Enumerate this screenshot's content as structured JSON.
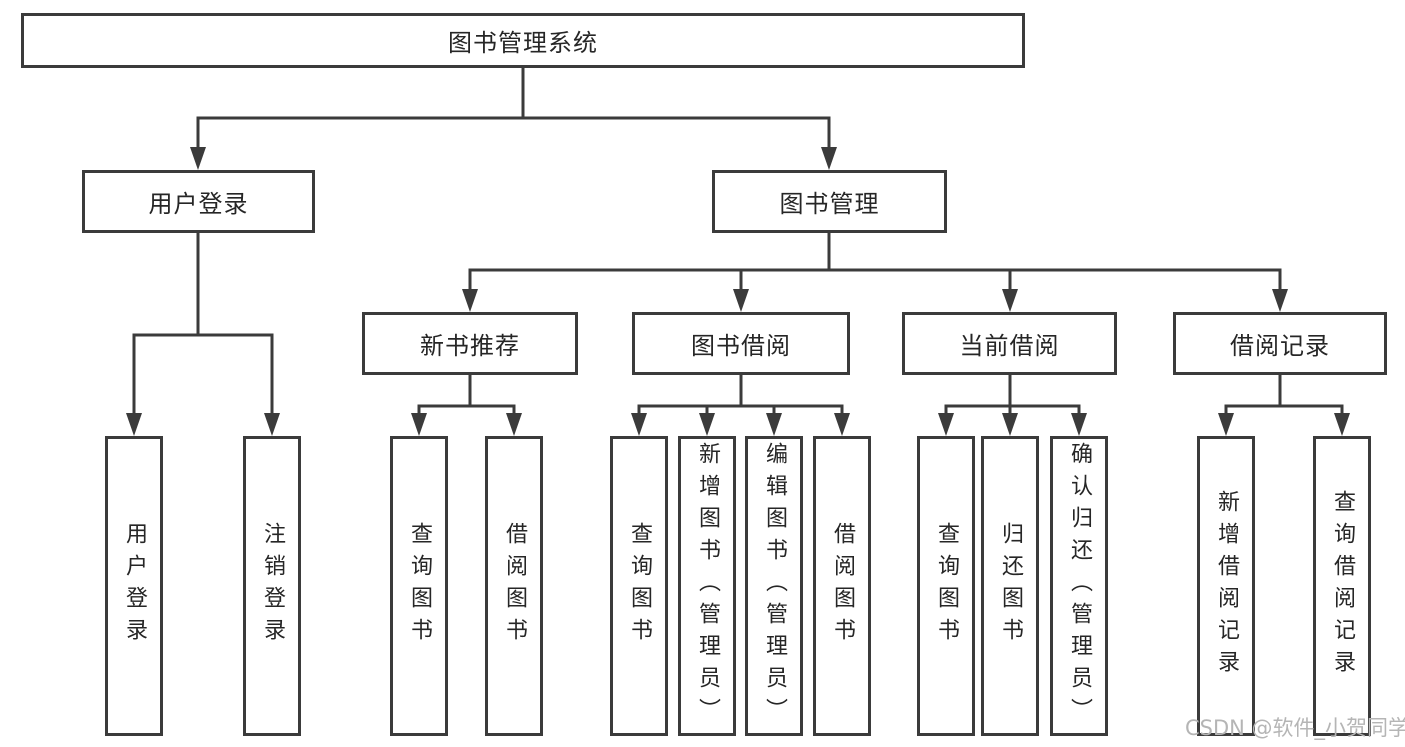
{
  "page": {
    "background": "#ffffff",
    "line_color": "#3b3b3b",
    "text_color": "#262626",
    "watermark_color": "#b5b5b5"
  },
  "nodes": {
    "root": {
      "label": "图书管理系统"
    },
    "user_login": {
      "label": "用户登录"
    },
    "book_mgmt": {
      "label": "图书管理"
    },
    "new_book_rec": {
      "label": "新书推荐"
    },
    "book_borrow": {
      "label": "图书借阅"
    },
    "current_borrow": {
      "label": "当前借阅"
    },
    "borrow_records": {
      "label": "借阅记录"
    },
    "login_action": {
      "label": "用户登录"
    },
    "logout_action": {
      "label": "注销登录"
    },
    "rec_query_book": {
      "label": "查询图书"
    },
    "rec_borrow_book": {
      "label": "借阅图书"
    },
    "bb_query_book": {
      "label": "查询图书"
    },
    "bb_add_book": {
      "label": "新增图书（管理员）"
    },
    "bb_edit_book": {
      "label": "编辑图书（管理员）"
    },
    "bb_borrow_book": {
      "label": "借阅图书"
    },
    "cb_query_book": {
      "label": "查询图书"
    },
    "cb_return_book": {
      "label": "归还图书"
    },
    "cb_confirm_return": {
      "label": "确认归还（管理员）"
    },
    "br_add_record": {
      "label": "新增借阅记录"
    },
    "br_query_record": {
      "label": "查询借阅记录"
    }
  },
  "watermark": {
    "label": "CSDN @软件_小贺同学"
  }
}
